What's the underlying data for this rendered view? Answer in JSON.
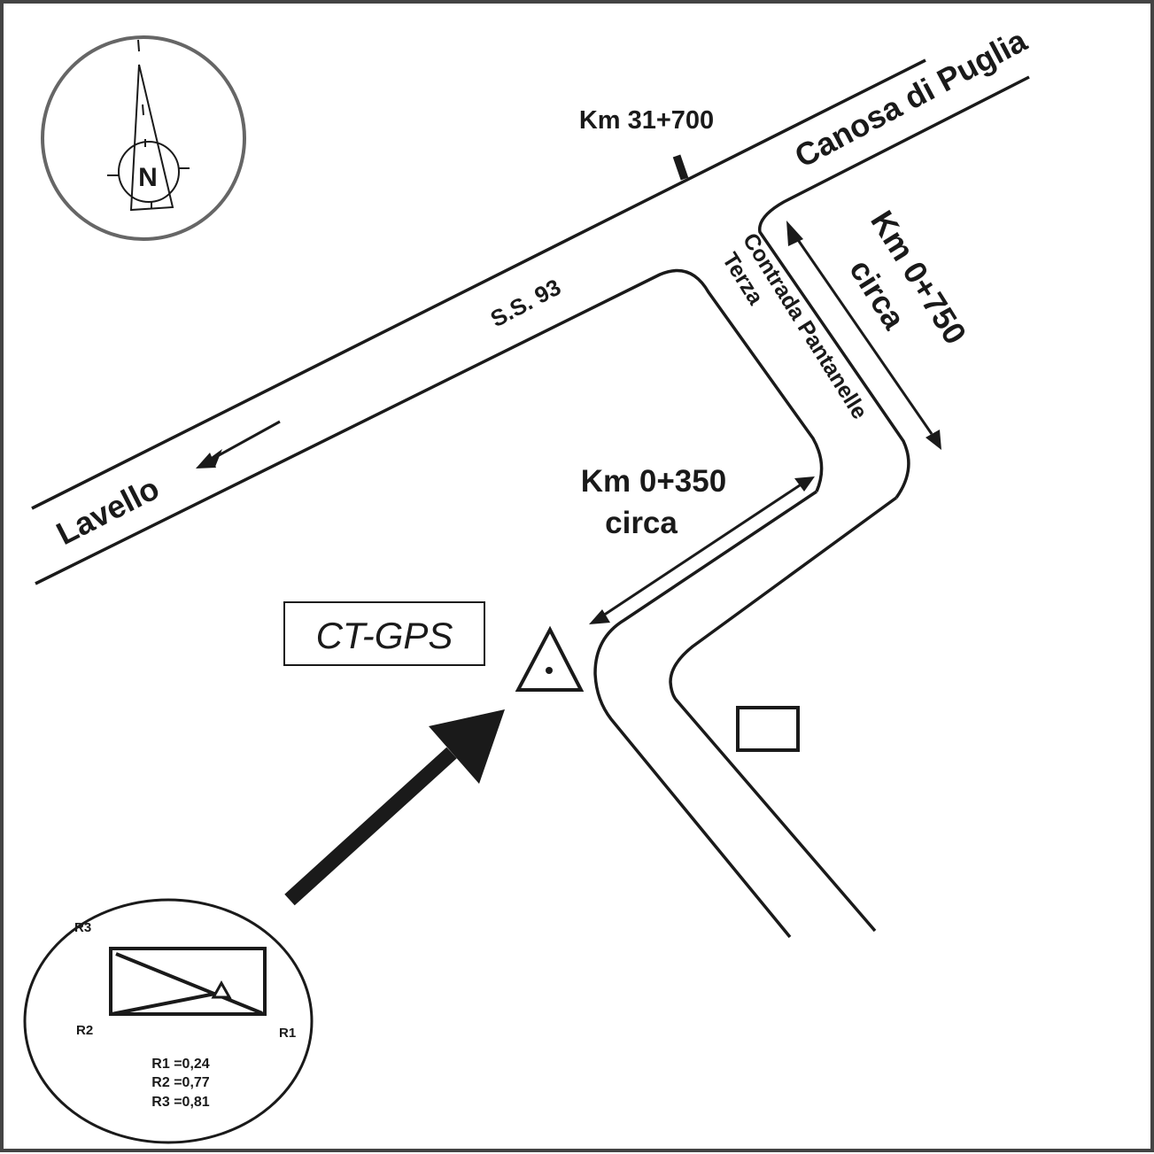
{
  "map": {
    "roads": {
      "ss93_label": "S.S. 93",
      "contrada_line1": "Contrada Pantanelle",
      "contrada_line2": "Terza"
    },
    "destinations": {
      "east": "Canosa di Puglia",
      "west": "Lavello"
    },
    "markers": {
      "km_main": "Km 31+700",
      "km_750_line1": "Km 0+750",
      "km_750_line2": "circa",
      "km_350_line1": "Km 0+350",
      "km_350_line2": "circa"
    },
    "station_label": "CT-GPS",
    "compass": {
      "letter": "N"
    },
    "inset": {
      "corners": [
        "R1",
        "R2",
        "R3"
      ],
      "values": [
        {
          "label": "R1 =0,24"
        },
        {
          "label": "R2 =0,77"
        },
        {
          "label": "R3 =0,81"
        }
      ]
    },
    "colors": {
      "ink": "#1a1a1a",
      "frame": "#444444",
      "compass_ring": "#666666",
      "background": "#ffffff"
    }
  }
}
